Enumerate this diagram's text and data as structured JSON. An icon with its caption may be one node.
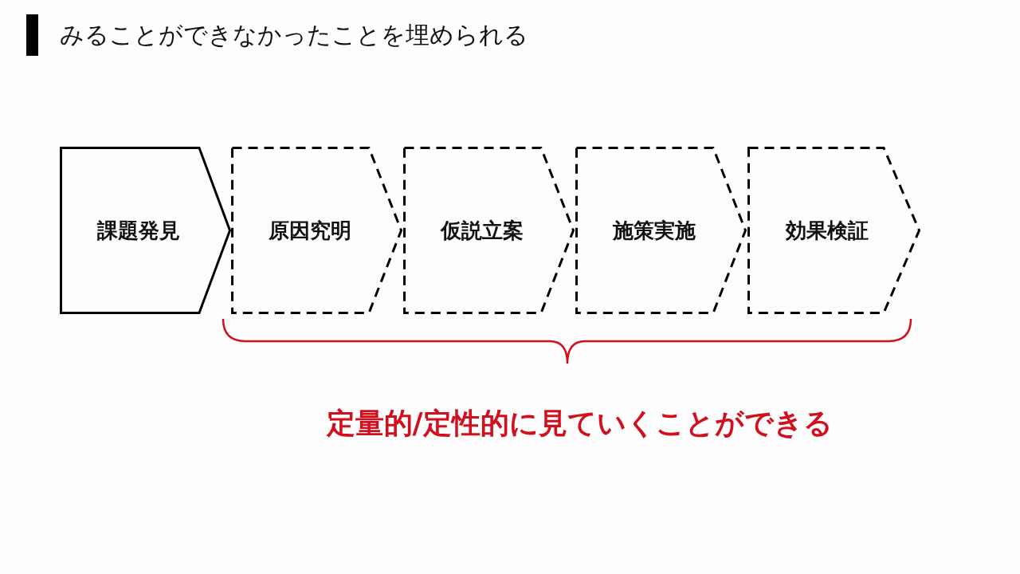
{
  "diagram": {
    "title": "みることができなかったことを埋められる",
    "nodes": [
      {
        "text": [
          "課題発見"
        ]
      },
      {
        "text": [
          "原因究明"
        ]
      },
      {
        "text": [
          "仮説立案"
        ]
      },
      {
        "text": [
          "施策実施"
        ]
      },
      {
        "text": [
          "効果検証"
        ]
      }
    ],
    "labels": [
      "定量的/定性的に見ていくことができる"
    ]
  }
}
